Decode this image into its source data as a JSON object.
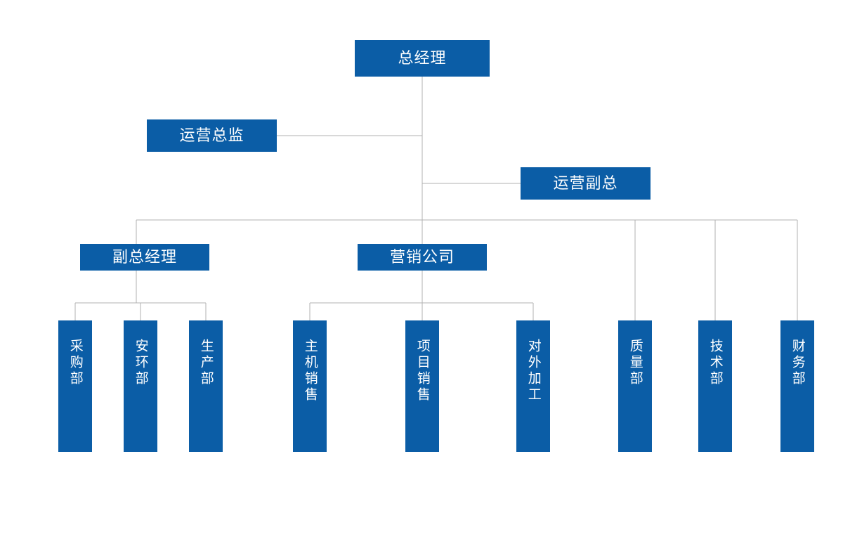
{
  "chart": {
    "title": "",
    "type": "org-chart",
    "accent_color": "#0B5DA6",
    "connector_color": "#B0B0B0",
    "text_color": "#FFFFFF",
    "background_color": "#FFFFFF"
  },
  "nodes": {
    "general_manager": {
      "label": "总经理",
      "orientation": "horizontal"
    },
    "operations_director": {
      "label": "运营总监",
      "orientation": "horizontal"
    },
    "operations_vp": {
      "label": "运营副总",
      "orientation": "horizontal"
    },
    "deputy_gm": {
      "label": "副总经理",
      "orientation": "horizontal"
    },
    "marketing_company": {
      "label": "营销公司",
      "orientation": "horizontal"
    },
    "purchasing_dept": {
      "label": "采购部",
      "orientation": "vertical"
    },
    "safety_env_dept": {
      "label": "安环部",
      "orientation": "vertical"
    },
    "production_dept": {
      "label": "生产部",
      "orientation": "vertical"
    },
    "host_sales": {
      "label": "主机销售",
      "orientation": "vertical"
    },
    "project_sales": {
      "label": "项目销售",
      "orientation": "vertical"
    },
    "external_processing": {
      "label": "对外加工",
      "orientation": "vertical"
    },
    "quality_dept": {
      "label": "质量部",
      "orientation": "vertical"
    },
    "technology_dept": {
      "label": "技术部",
      "orientation": "vertical"
    },
    "finance_dept": {
      "label": "财务部",
      "orientation": "vertical"
    }
  },
  "hierarchy": {
    "root": "总经理",
    "staff": [
      "运营总监",
      "运营副总"
    ],
    "level2": [
      "副总经理",
      "营销公司"
    ],
    "deputy_gm_children": [
      "采购部",
      "安环部",
      "生产部"
    ],
    "marketing_children": [
      "主机销售",
      "项目销售",
      "对外加工"
    ],
    "direct_children": [
      "质量部",
      "技术部",
      "财务部"
    ]
  }
}
